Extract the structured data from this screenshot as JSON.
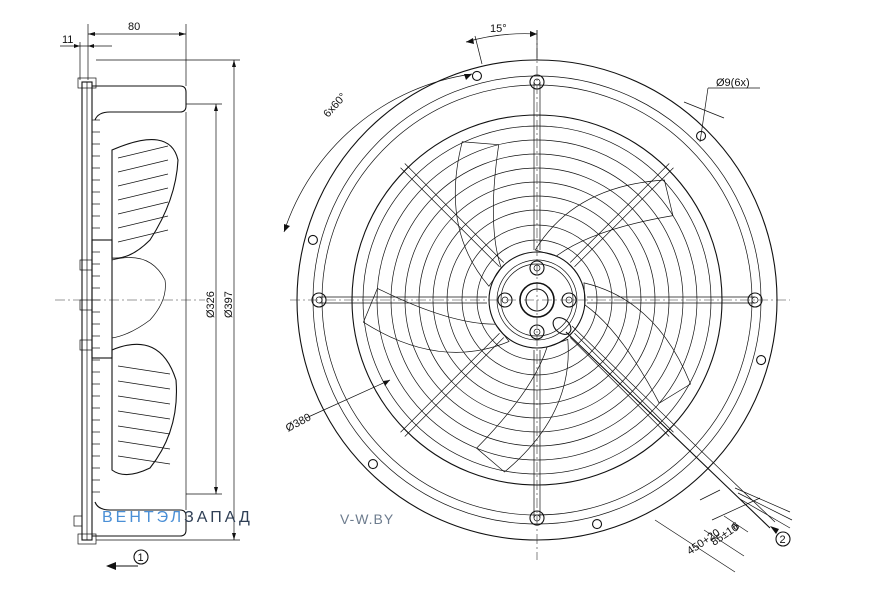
{
  "colors": {
    "line": "#111111",
    "watermark_brand": "#4a8fd6",
    "watermark_brand_dark": "#2f3f55",
    "watermark_site": "#6d7c8e"
  },
  "side_view": {
    "dim_top_width": "80",
    "dim_flange": "11",
    "dim_inner_diameter": "Ø326",
    "dim_outer_diameter": "Ø397",
    "airflow_marker": "1"
  },
  "front_view": {
    "dim_angle": "15°",
    "dim_holes_spacing": "6x60°",
    "dim_hole_diameter": "Ø9(6x)",
    "dim_bolt_circle": "Ø380",
    "dim_wire_strip": "6",
    "dim_wire_sleeve": "85±10",
    "dim_cable_length": "450+20",
    "cable_marker": "2"
  },
  "watermark": {
    "brand_part1": "ВЕНТЭЛ",
    "brand_part2": "ЗАПАД",
    "site": "V-W.BY"
  }
}
